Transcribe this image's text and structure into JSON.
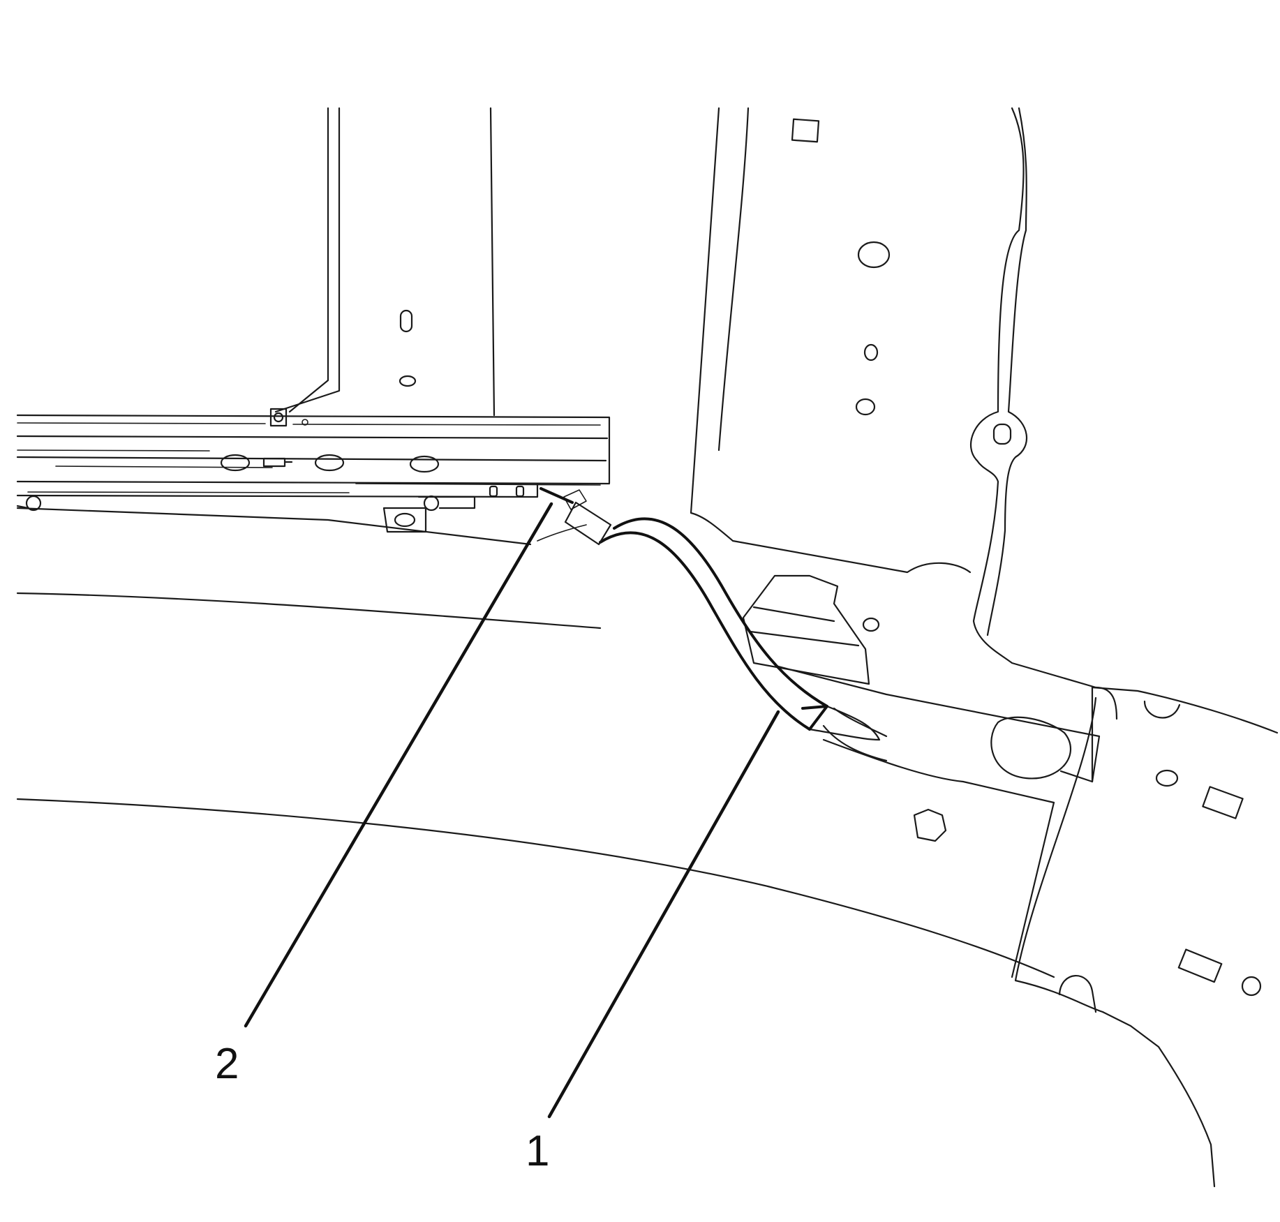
{
  "figure": {
    "callouts": [
      {
        "id": "1",
        "label": "1"
      },
      {
        "id": "2",
        "label": "2"
      }
    ],
    "colors": {
      "line": "#1a1a1a",
      "background": "#ffffff"
    }
  }
}
